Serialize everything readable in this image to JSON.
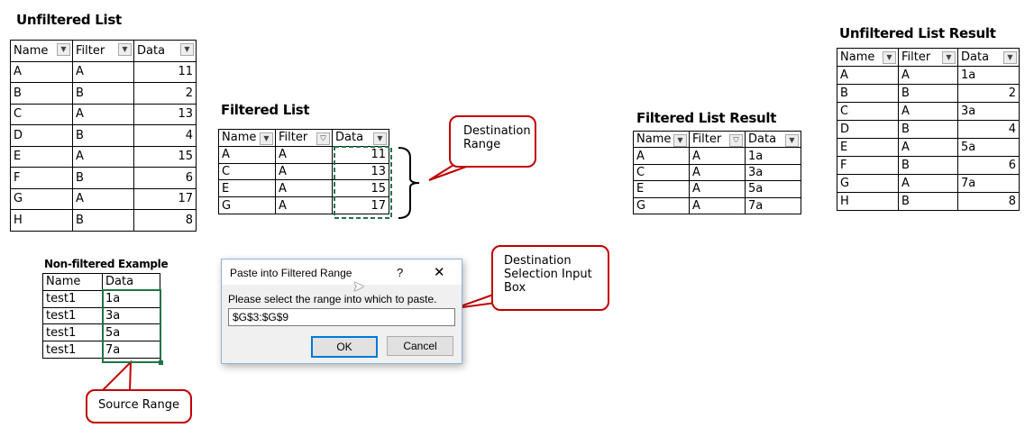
{
  "unfiltered": {
    "title": "Unfiltered List",
    "headers": [
      "Name",
      "Filter",
      "Data"
    ],
    "rows": [
      [
        "A",
        "A",
        "11"
      ],
      [
        "B",
        "B",
        "2"
      ],
      [
        "C",
        "A",
        "13"
      ],
      [
        "D",
        "B",
        "4"
      ],
      [
        "E",
        "A",
        "15"
      ],
      [
        "F",
        "B",
        "6"
      ],
      [
        "G",
        "A",
        "17"
      ],
      [
        "H",
        "B",
        "8"
      ]
    ]
  },
  "filtered": {
    "title": "Filtered List",
    "headers": [
      "Name",
      "Filter",
      "Data"
    ],
    "rows": [
      [
        "A",
        "A",
        "11"
      ],
      [
        "C",
        "A",
        "13"
      ],
      [
        "E",
        "A",
        "15"
      ],
      [
        "G",
        "A",
        "17"
      ]
    ]
  },
  "filtered_result": {
    "title": "Filtered List Result",
    "headers": [
      "Name",
      "Filter",
      "Data"
    ],
    "rows": [
      [
        "A",
        "A",
        "1a"
      ],
      [
        "C",
        "A",
        "3a"
      ],
      [
        "E",
        "A",
        "5a"
      ],
      [
        "G",
        "A",
        "7a"
      ]
    ]
  },
  "unfiltered_result": {
    "title": "Unfiltered List Result",
    "headers": [
      "Name",
      "Filter",
      "Data"
    ],
    "rows": [
      [
        "A",
        "A",
        "1a"
      ],
      [
        "B",
        "B",
        "2"
      ],
      [
        "C",
        "A",
        "3a"
      ],
      [
        "D",
        "B",
        "4"
      ],
      [
        "E",
        "A",
        "5a"
      ],
      [
        "F",
        "B",
        "6"
      ],
      [
        "G",
        "A",
        "7a"
      ],
      [
        "H",
        "B",
        "8"
      ]
    ]
  },
  "nonfiltered": {
    "title": "Non-filtered Example",
    "headers": [
      "Name",
      "Data"
    ],
    "rows": [
      [
        "test1",
        "1a"
      ],
      [
        "test1",
        "3a"
      ],
      [
        "test1",
        "5a"
      ],
      [
        "test1",
        "7a"
      ]
    ]
  },
  "callouts": {
    "destination_range": "Destination Range",
    "destination_input": "Destination Selection Input Box",
    "source_range": "Source Range"
  },
  "dialog": {
    "title": "Paste into Filtered Range",
    "help": "?",
    "close": "✕",
    "prompt": "Please select the range into which to paste.",
    "value": "$G$3:$G$9",
    "ok": "OK",
    "cancel": "Cancel"
  },
  "colors": {
    "callout_border": "#c00000",
    "highlight_yellow": "#ffff00",
    "highlight_olive": "#c9c500",
    "selection_green": "#217346"
  }
}
